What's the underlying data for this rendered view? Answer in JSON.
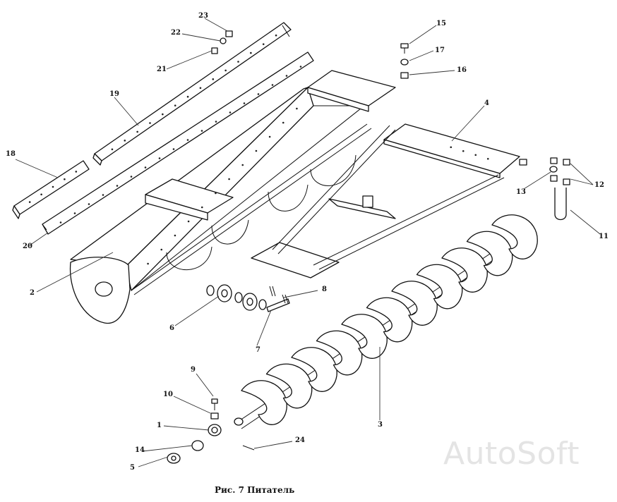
{
  "figure": {
    "caption": "Рис. 7 Питатель",
    "watermark": "AutoSoft"
  },
  "callouts": [
    {
      "id": "c1",
      "label": "1"
    },
    {
      "id": "c2",
      "label": "2"
    },
    {
      "id": "c3",
      "label": "3"
    },
    {
      "id": "c4",
      "label": "4"
    },
    {
      "id": "c5",
      "label": "5"
    },
    {
      "id": "c6",
      "label": "6"
    },
    {
      "id": "c7",
      "label": "7"
    },
    {
      "id": "c8",
      "label": "8"
    },
    {
      "id": "c9",
      "label": "9"
    },
    {
      "id": "c10",
      "label": "10"
    },
    {
      "id": "c11",
      "label": "11"
    },
    {
      "id": "c12",
      "label": "12"
    },
    {
      "id": "c13",
      "label": "13"
    },
    {
      "id": "c14",
      "label": "14"
    },
    {
      "id": "c15",
      "label": "15"
    },
    {
      "id": "c16",
      "label": "16"
    },
    {
      "id": "c17",
      "label": "17"
    },
    {
      "id": "c18",
      "label": "18"
    },
    {
      "id": "c19",
      "label": "19"
    },
    {
      "id": "c20",
      "label": "20"
    },
    {
      "id": "c21",
      "label": "21"
    },
    {
      "id": "c22",
      "label": "22"
    },
    {
      "id": "c23",
      "label": "23"
    },
    {
      "id": "c24",
      "label": "24"
    }
  ]
}
